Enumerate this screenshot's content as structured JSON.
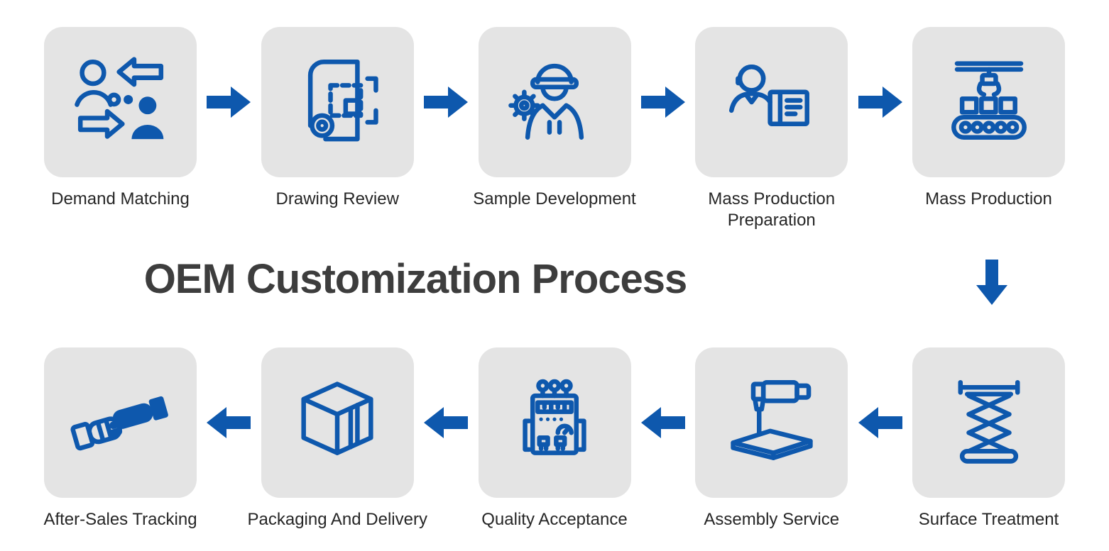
{
  "title": "OEM Customization Process",
  "colors": {
    "accent_blue": "#0e58ad",
    "tile_background": "#e4e4e4",
    "title_text": "#3d3d3d",
    "label_text": "#262626"
  },
  "top_row": {
    "direction": "left-to-right",
    "steps": [
      {
        "label": "Demand Matching",
        "icon": "demand-matching-icon"
      },
      {
        "label": "Drawing Review",
        "icon": "drawing-review-icon"
      },
      {
        "label": "Sample Development",
        "icon": "sample-development-icon"
      },
      {
        "label": "Mass Production Preparation",
        "icon": "mass-production-preparation-icon"
      },
      {
        "label": "Mass Production",
        "icon": "mass-production-icon"
      }
    ]
  },
  "bottom_row": {
    "direction": "right-to-left",
    "steps": [
      {
        "label": "After-Sales Tracking",
        "icon": "after-sales-tracking-icon"
      },
      {
        "label": "Packaging And Delivery",
        "icon": "packaging-and-delivery-icon"
      },
      {
        "label": "Quality Acceptance",
        "icon": "quality-acceptance-icon"
      },
      {
        "label": "Assembly Service",
        "icon": "assembly-service-icon"
      },
      {
        "label": "Surface Treatment",
        "icon": "surface-treatment-icon"
      }
    ]
  },
  "connectors": {
    "top_row_arrows": "right-arrow",
    "bottom_row_arrows": "left-arrow",
    "row_connector": "down-arrow"
  }
}
